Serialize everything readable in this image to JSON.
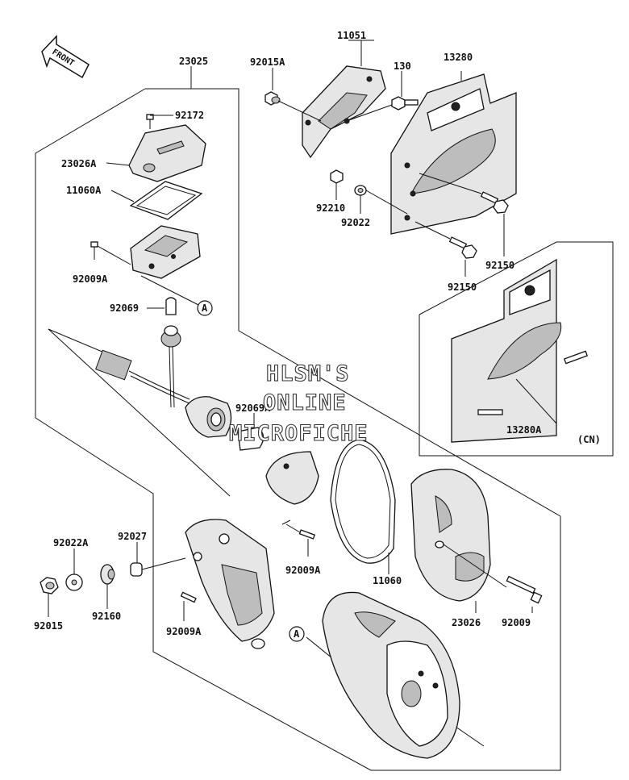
{
  "front_marker": "FRONT",
  "region_tag": "(CN)",
  "reference_marker": "A",
  "watermark": [
    "HLSM'S",
    "ONLINE",
    "MICROFICHE"
  ],
  "part_numbers": {
    "p23025": "23025",
    "p92172": "92172",
    "p23026A": "23026A",
    "p11060A": "11060A",
    "p92009A_top": "92009A",
    "p92069": "92069",
    "p92069A": "92069A",
    "p11051": "11051",
    "p92015A": "92015A",
    "p130": "130",
    "p13280": "13280",
    "p92210": "92210",
    "p92022": "92022",
    "p92150_a": "92150",
    "p92150_b": "92150",
    "p13280A": "13280A",
    "p92022A": "92022A",
    "p92027": "92027",
    "p92015": "92015",
    "p92160": "92160",
    "p92009A_bl": "92009A",
    "p92009A_mid": "92009A",
    "p11060": "11060",
    "p23026": "23026",
    "p92009": "92009"
  }
}
